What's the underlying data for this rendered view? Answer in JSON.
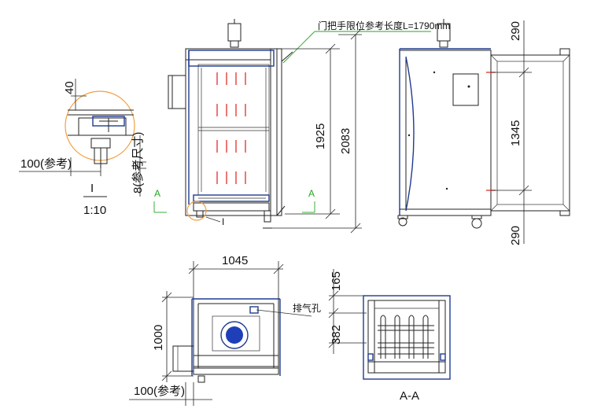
{
  "detail_view": {
    "dim_40": "40",
    "dim_100": "100(参考)",
    "dim_8": "8(参考尺寸)",
    "label": "I",
    "scale": "1:10"
  },
  "front_view": {
    "note": "门把手限位参考长度L=1790mm",
    "dim_1925": "1925",
    "dim_2083": "2083",
    "section_left": "A",
    "section_right": "A",
    "detail_ref": "I"
  },
  "side_view": {
    "dim_top": "290",
    "dim_mid": "1345",
    "dim_bottom": "290"
  },
  "plan_view": {
    "dim_width": "1045",
    "dim_depth": "1000",
    "dim_ref": "100(参考)",
    "exhaust_label": "排气孔"
  },
  "section_view": {
    "dim_165": "165",
    "dim_382": "382",
    "label": "A-A"
  },
  "colors": {
    "outline_blue": "#1f3b8f",
    "heater_red": "#e0302a",
    "leader_green": "#22aa22",
    "detail_orange": "#f0a040"
  }
}
